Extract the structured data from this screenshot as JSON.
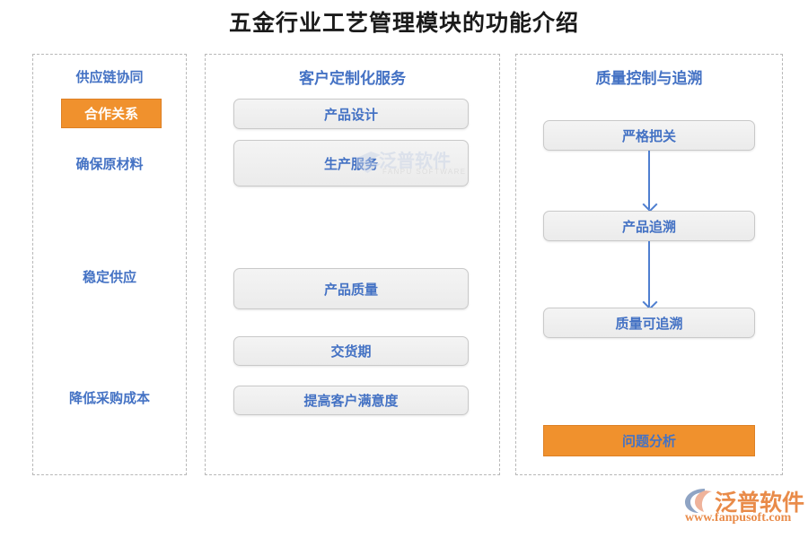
{
  "page": {
    "title": "五金行业工艺管理模块的功能介绍"
  },
  "panels": {
    "supply_chain": {
      "title": "供应链协同",
      "highlight": {
        "label": "合作关系"
      },
      "labels": [
        {
          "text": "确保原材料"
        },
        {
          "text": "稳定供应"
        },
        {
          "text": "降低采购成本"
        }
      ]
    },
    "customization": {
      "title": "客户定制化服务",
      "boxes": [
        {
          "label": "产品设计"
        },
        {
          "label": "生产服务"
        },
        {
          "label": "产品质量"
        },
        {
          "label": "交货期"
        },
        {
          "label": "提高客户满意度"
        }
      ]
    },
    "quality": {
      "title": "质量控制与追溯",
      "flow": [
        {
          "label": "严格把关"
        },
        {
          "label": "产品追溯"
        },
        {
          "label": "质量可追溯"
        }
      ],
      "highlight": {
        "label": "问题分析"
      }
    }
  },
  "watermark": {
    "cn": "泛普软件",
    "en": "FANPU SOFTWARE"
  },
  "logo": {
    "cn": "泛普软件",
    "url": "www.fanpusoft.com"
  },
  "colors": {
    "accent_blue": "#4472c4",
    "accent_orange": "#f0912d",
    "box_fill": "#efefef",
    "box_border": "#c9c9c9",
    "panel_border": "#b8b8b8",
    "logo_orange": "#e98b49"
  }
}
